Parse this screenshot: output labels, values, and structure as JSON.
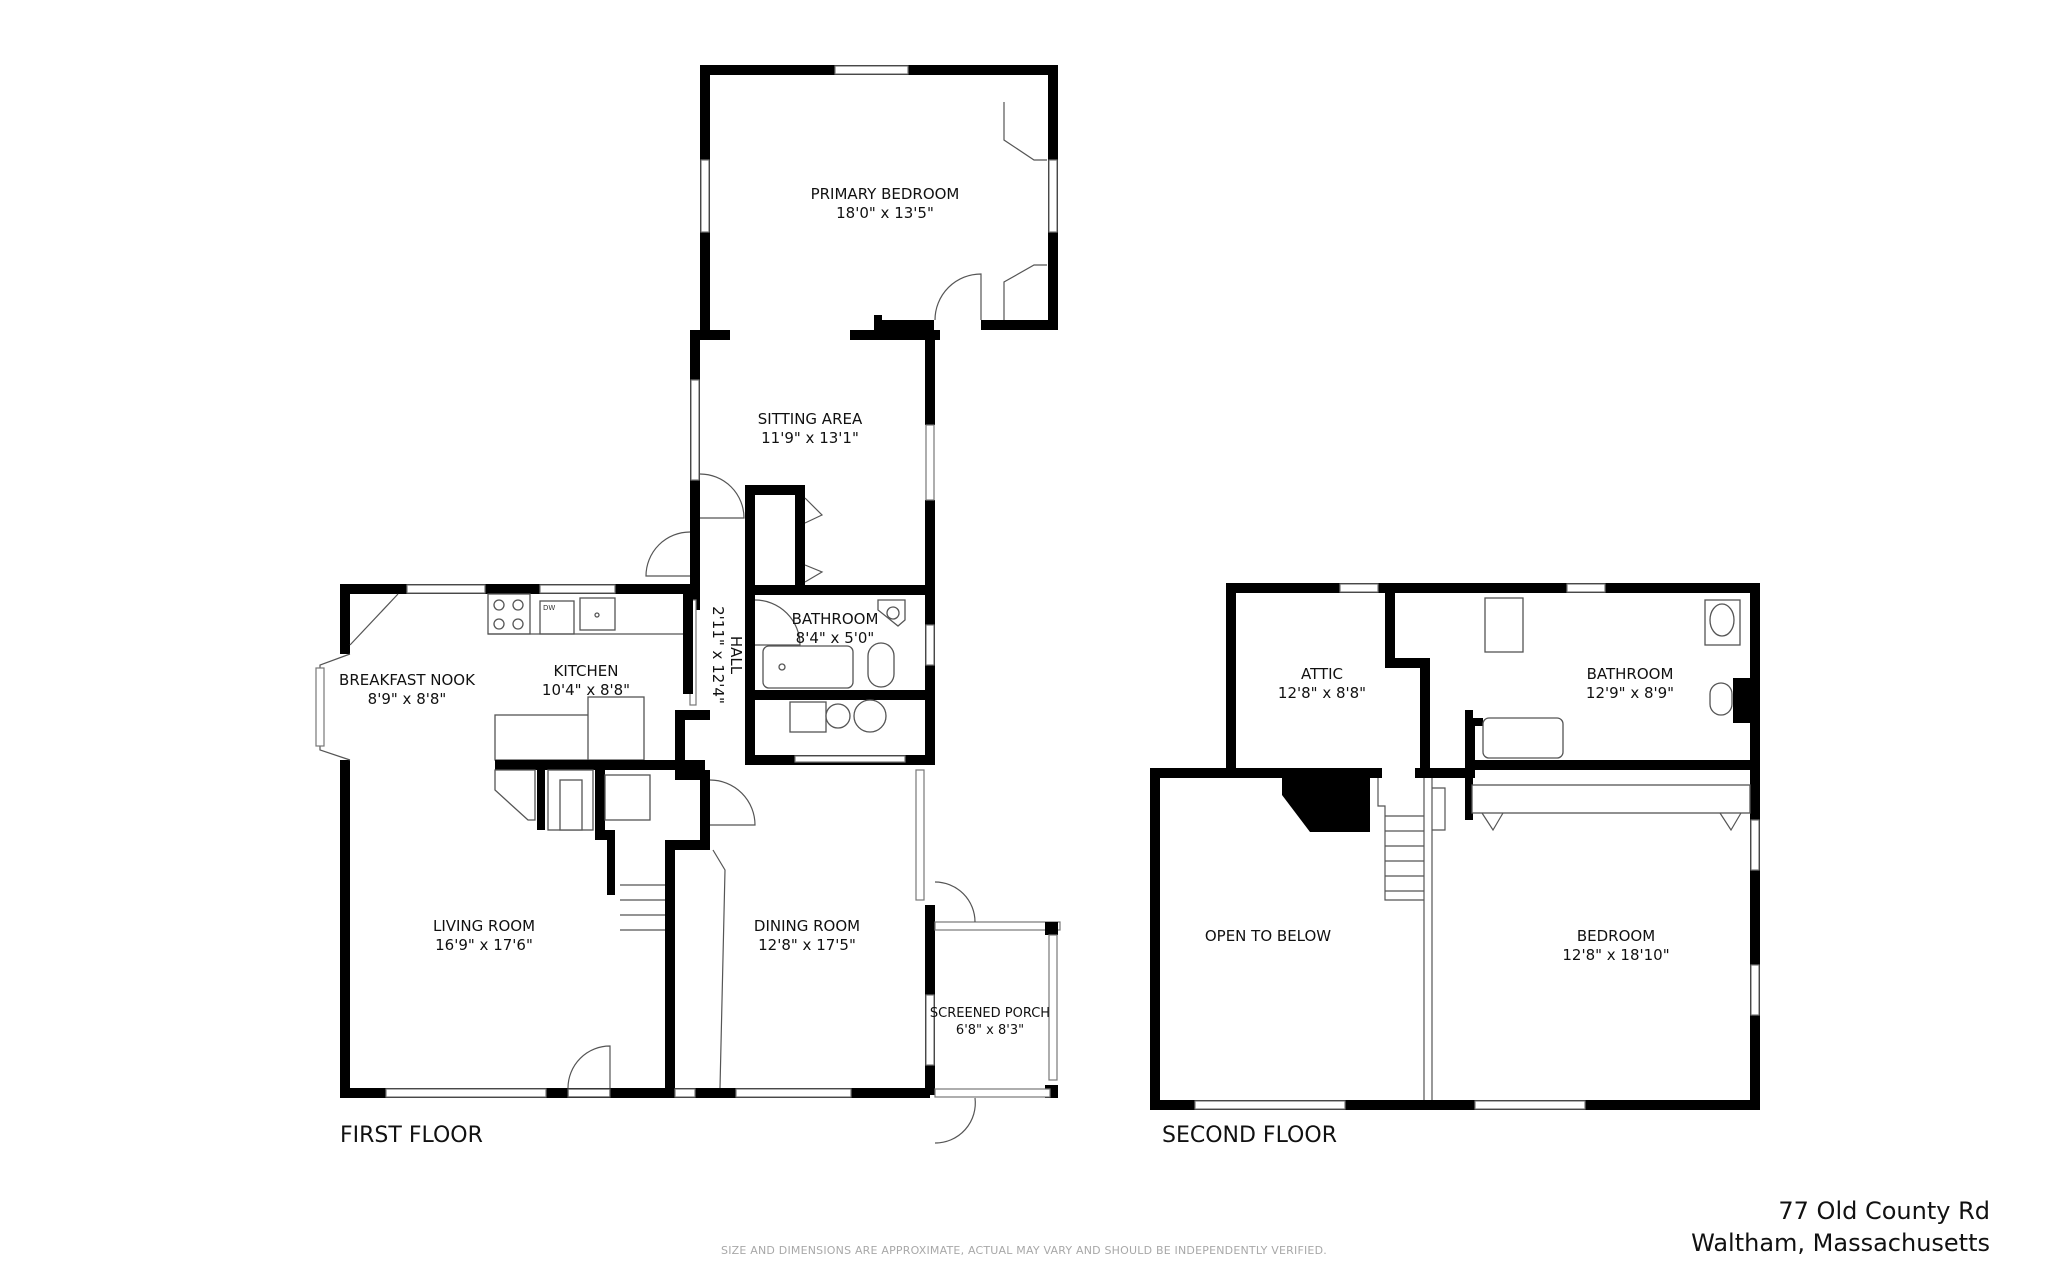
{
  "plan": {
    "first_floor": {
      "label": "FIRST FLOOR",
      "rooms": [
        {
          "name": "PRIMARY BEDROOM",
          "dims": "18'0\" x 13'5\""
        },
        {
          "name": "SITTING AREA",
          "dims": "11'9\" x 13'1\""
        },
        {
          "name": "BATHROOM",
          "dims": "8'4\" x 5'0\""
        },
        {
          "name": "HALL",
          "dims": "2'11\" x 12'4\""
        },
        {
          "name": "KITCHEN",
          "dims": "10'4\" x 8'8\""
        },
        {
          "name": "BREAKFAST NOOK",
          "dims": "8'9\" x 8'8\""
        },
        {
          "name": "LIVING ROOM",
          "dims": "16'9\" x 17'6\""
        },
        {
          "name": "DINING ROOM",
          "dims": "12'8\" x 17'5\""
        },
        {
          "name": "SCREENED PORCH",
          "dims": "6'8\" x 8'3\""
        }
      ],
      "fixture_labels": {
        "dishwasher": "DW"
      }
    },
    "second_floor": {
      "label": "SECOND FLOOR",
      "rooms": [
        {
          "name": "ATTIC",
          "dims": "12'8\" x 8'8\""
        },
        {
          "name": "BATHROOM",
          "dims": "12'9\" x 8'9\""
        },
        {
          "name": "OPEN TO BELOW",
          "dims": ""
        },
        {
          "name": "BEDROOM",
          "dims": "12'8\" x 18'10\""
        }
      ]
    }
  },
  "address": {
    "line1": "77 Old County Rd",
    "line2": "Waltham, Massachusetts"
  },
  "disclaimer": "SIZE AND DIMENSIONS ARE APPROXIMATE, ACTUAL MAY VARY AND SHOULD BE INDEPENDENTLY VERIFIED.",
  "colors": {
    "wall": "#000000",
    "background": "#ffffff",
    "disclaimer": "#a8a8a8"
  }
}
